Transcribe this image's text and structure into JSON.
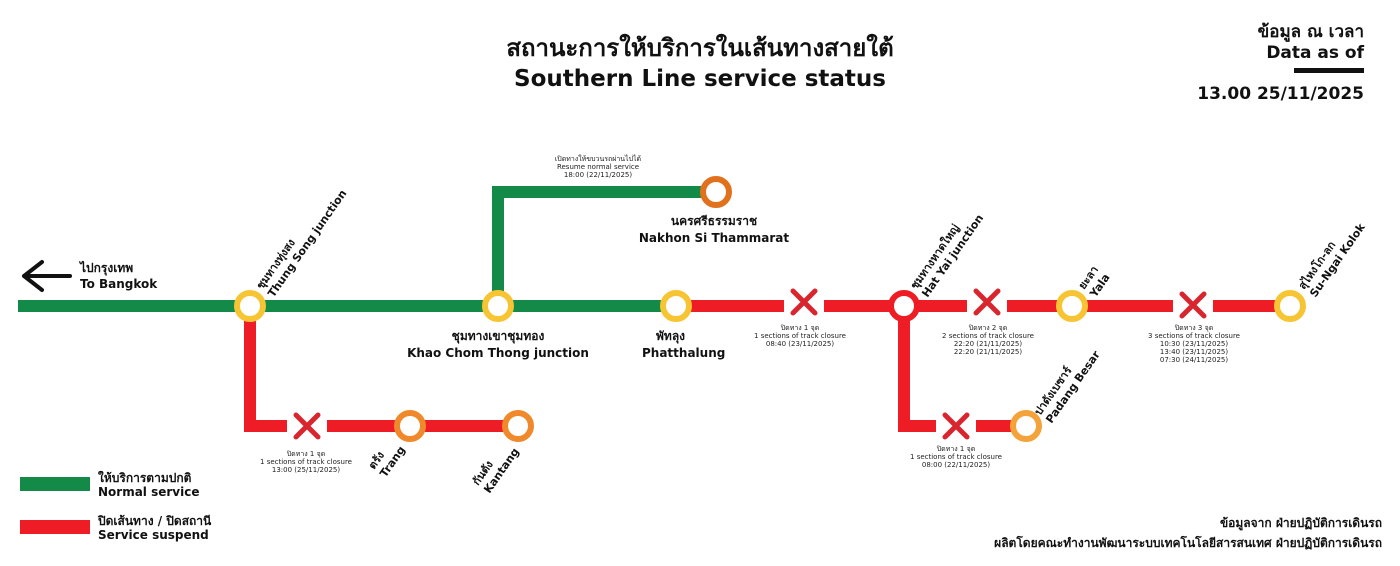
{
  "header": {
    "title_th": "สถานะการให้บริการในเส้นทางสายใต้",
    "title_en": "Southern Line service status",
    "asof_th": "ข้อมูล ณ เวลา",
    "asof_en": "Data as of",
    "asof_time": "13.00 25/11/2025"
  },
  "direction": {
    "th": "ไปกรุงเทพ",
    "en": "To Bangkok"
  },
  "stations": {
    "thung_song": {
      "th": "ชุมทางทุ่งสง",
      "en": "Thung Song junction"
    },
    "khao_chum_thong": {
      "th": "ชุมทางเขาชุมทอง",
      "en": "Khao Chom Thong junction"
    },
    "nakhon_si": {
      "th": "นครศรีธรรมราช",
      "en": "Nakhon Si Thammarat"
    },
    "phatthalung": {
      "th": "พัทลุง",
      "en": "Phatthalung"
    },
    "hat_yai": {
      "th": "ชุมทางหาดใหญ่",
      "en": "Hat Yai junction"
    },
    "yala": {
      "th": "ยะลา",
      "en": "Yala"
    },
    "sungai_kolok": {
      "th": "สุไหงโก-ลก",
      "en": "Su-Ngai Kolok"
    },
    "padang_besar": {
      "th": "ปาดังเบซาร์",
      "en": "Padang Besar"
    },
    "trang": {
      "th": "ตรัง",
      "en": "Trang"
    },
    "kantang": {
      "th": "กันตัง",
      "en": "Kantang"
    }
  },
  "notes": {
    "nakhon_resume": [
      "เปิดทางให้ขบวนรถผ่านไปได้",
      "Resume normal service",
      "18:00 (22/11/2025)"
    ],
    "phatthalung_hatyai": [
      "ปิดทาง 1 จุด",
      "1 sections of track closure",
      "08:40 (23/11/2025)"
    ],
    "hatyai_yala": [
      "ปิดทาง 2 จุด",
      "2 sections of track closure",
      "22:20 (21/11/2025)",
      "22:20 (21/11/2025)"
    ],
    "yala_kolok": [
      "ปิดทาง 3 จุด",
      "3 sections of track closure",
      "10:30 (23/11/2025)",
      "13:40 (23/11/2025)",
      "07:30 (24/11/2025)"
    ],
    "hatyai_padang": [
      "ปิดทาง 1 จุด",
      "1 sections of track closure",
      "08:00 (22/11/2025)"
    ],
    "thungsong_trang": [
      "ปิดทาง 1 จุด",
      "1 sections of track closure",
      "13:00 (25/11/2025)"
    ]
  },
  "legend": {
    "normal_th": "ให้บริการตามปกติ",
    "normal_en": "Normal service",
    "suspend_th": "ปิดเส้นทาง / ปิดสถานี",
    "suspend_en": "Service suspend"
  },
  "footer": {
    "line1": "ข้อมูลจาก ฝ่ายปฏิบัติการเดินรถ",
    "line2": "ผลิตโดยคณะทำงานพัฒนาระบบเทคโนโลยีสารสนเทศ ฝ่ายปฏิบัติการเดินรถ"
  },
  "colors": {
    "normal": "#138a47",
    "suspend": "#ee1c24",
    "station_yellow": "#f7c534",
    "station_orange": "#e2711d",
    "closure_x": "#d9262e"
  }
}
